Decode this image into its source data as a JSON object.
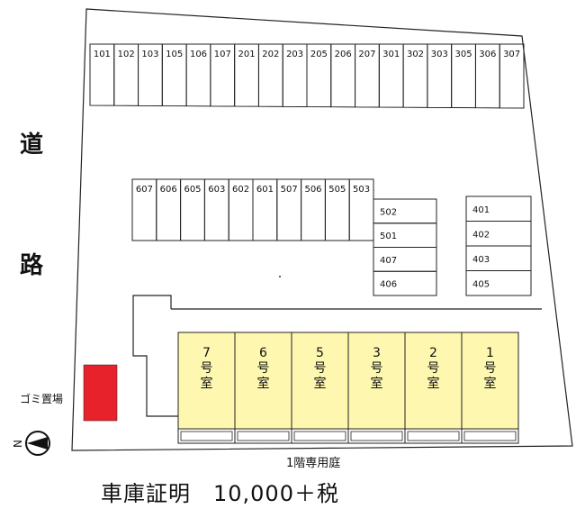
{
  "road": {
    "chars": [
      "道",
      "路"
    ]
  },
  "parking": {
    "top_row": [
      "101",
      "102",
      "103",
      "105",
      "106",
      "107",
      "201",
      "202",
      "203",
      "205",
      "206",
      "207",
      "301",
      "302",
      "303",
      "305",
      "306",
      "307"
    ],
    "middle_row": [
      "607",
      "606",
      "605",
      "603",
      "602",
      "601",
      "507",
      "506",
      "505",
      "503"
    ],
    "middle_right_stack": [
      "502",
      "501",
      "407",
      "406"
    ],
    "right_stack": [
      "401",
      "402",
      "403",
      "405"
    ]
  },
  "garbage": {
    "label": "ゴミ置場",
    "color": "#e8222b"
  },
  "rooms": [
    {
      "label": "7号室"
    },
    {
      "label": "6号室"
    },
    {
      "label": "5号室"
    },
    {
      "label": "3号室"
    },
    {
      "label": "2号室"
    },
    {
      "label": "1号室"
    }
  ],
  "room_fill": "#fdf7b0",
  "garden_label": "1階専用庭",
  "compass": {
    "letter": "N"
  },
  "caption": "車庫証明　10,000＋税"
}
